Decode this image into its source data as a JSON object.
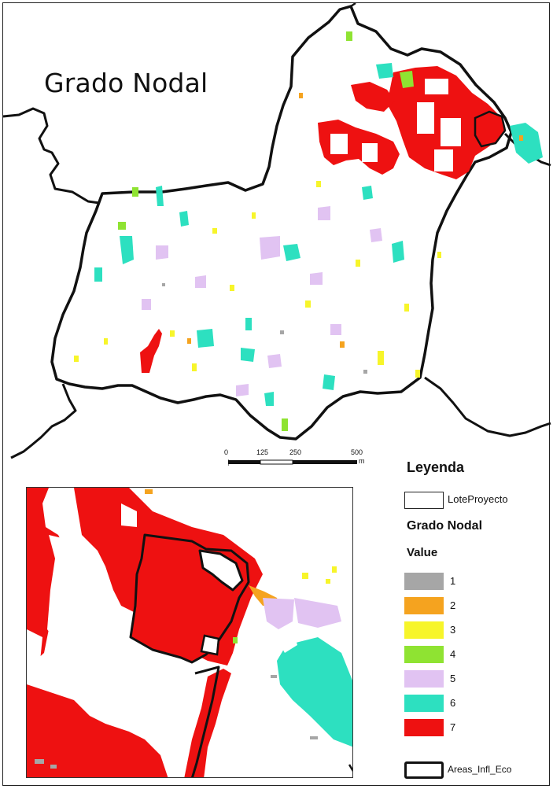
{
  "map": {
    "title": "Grado Nodal"
  },
  "scalebar": {
    "ticks": [
      "0",
      "125",
      "250",
      "500"
    ],
    "unit": "m"
  },
  "legend": {
    "title": "Leyenda",
    "lote_label": "LoteProyecto",
    "layer_title": "Grado Nodal",
    "value_title": "Value",
    "classes": [
      {
        "label": "1",
        "color": "#a6a6a6"
      },
      {
        "label": "2",
        "color": "#f5a31f"
      },
      {
        "label": "3",
        "color": "#f7f52a"
      },
      {
        "label": "4",
        "color": "#8fe332"
      },
      {
        "label": "5",
        "color": "#e1c3f2"
      },
      {
        "label": "6",
        "color": "#2de0c0"
      },
      {
        "label": "7",
        "color": "#ee1111"
      }
    ],
    "areas_label": "Areas_Infl_Eco"
  }
}
